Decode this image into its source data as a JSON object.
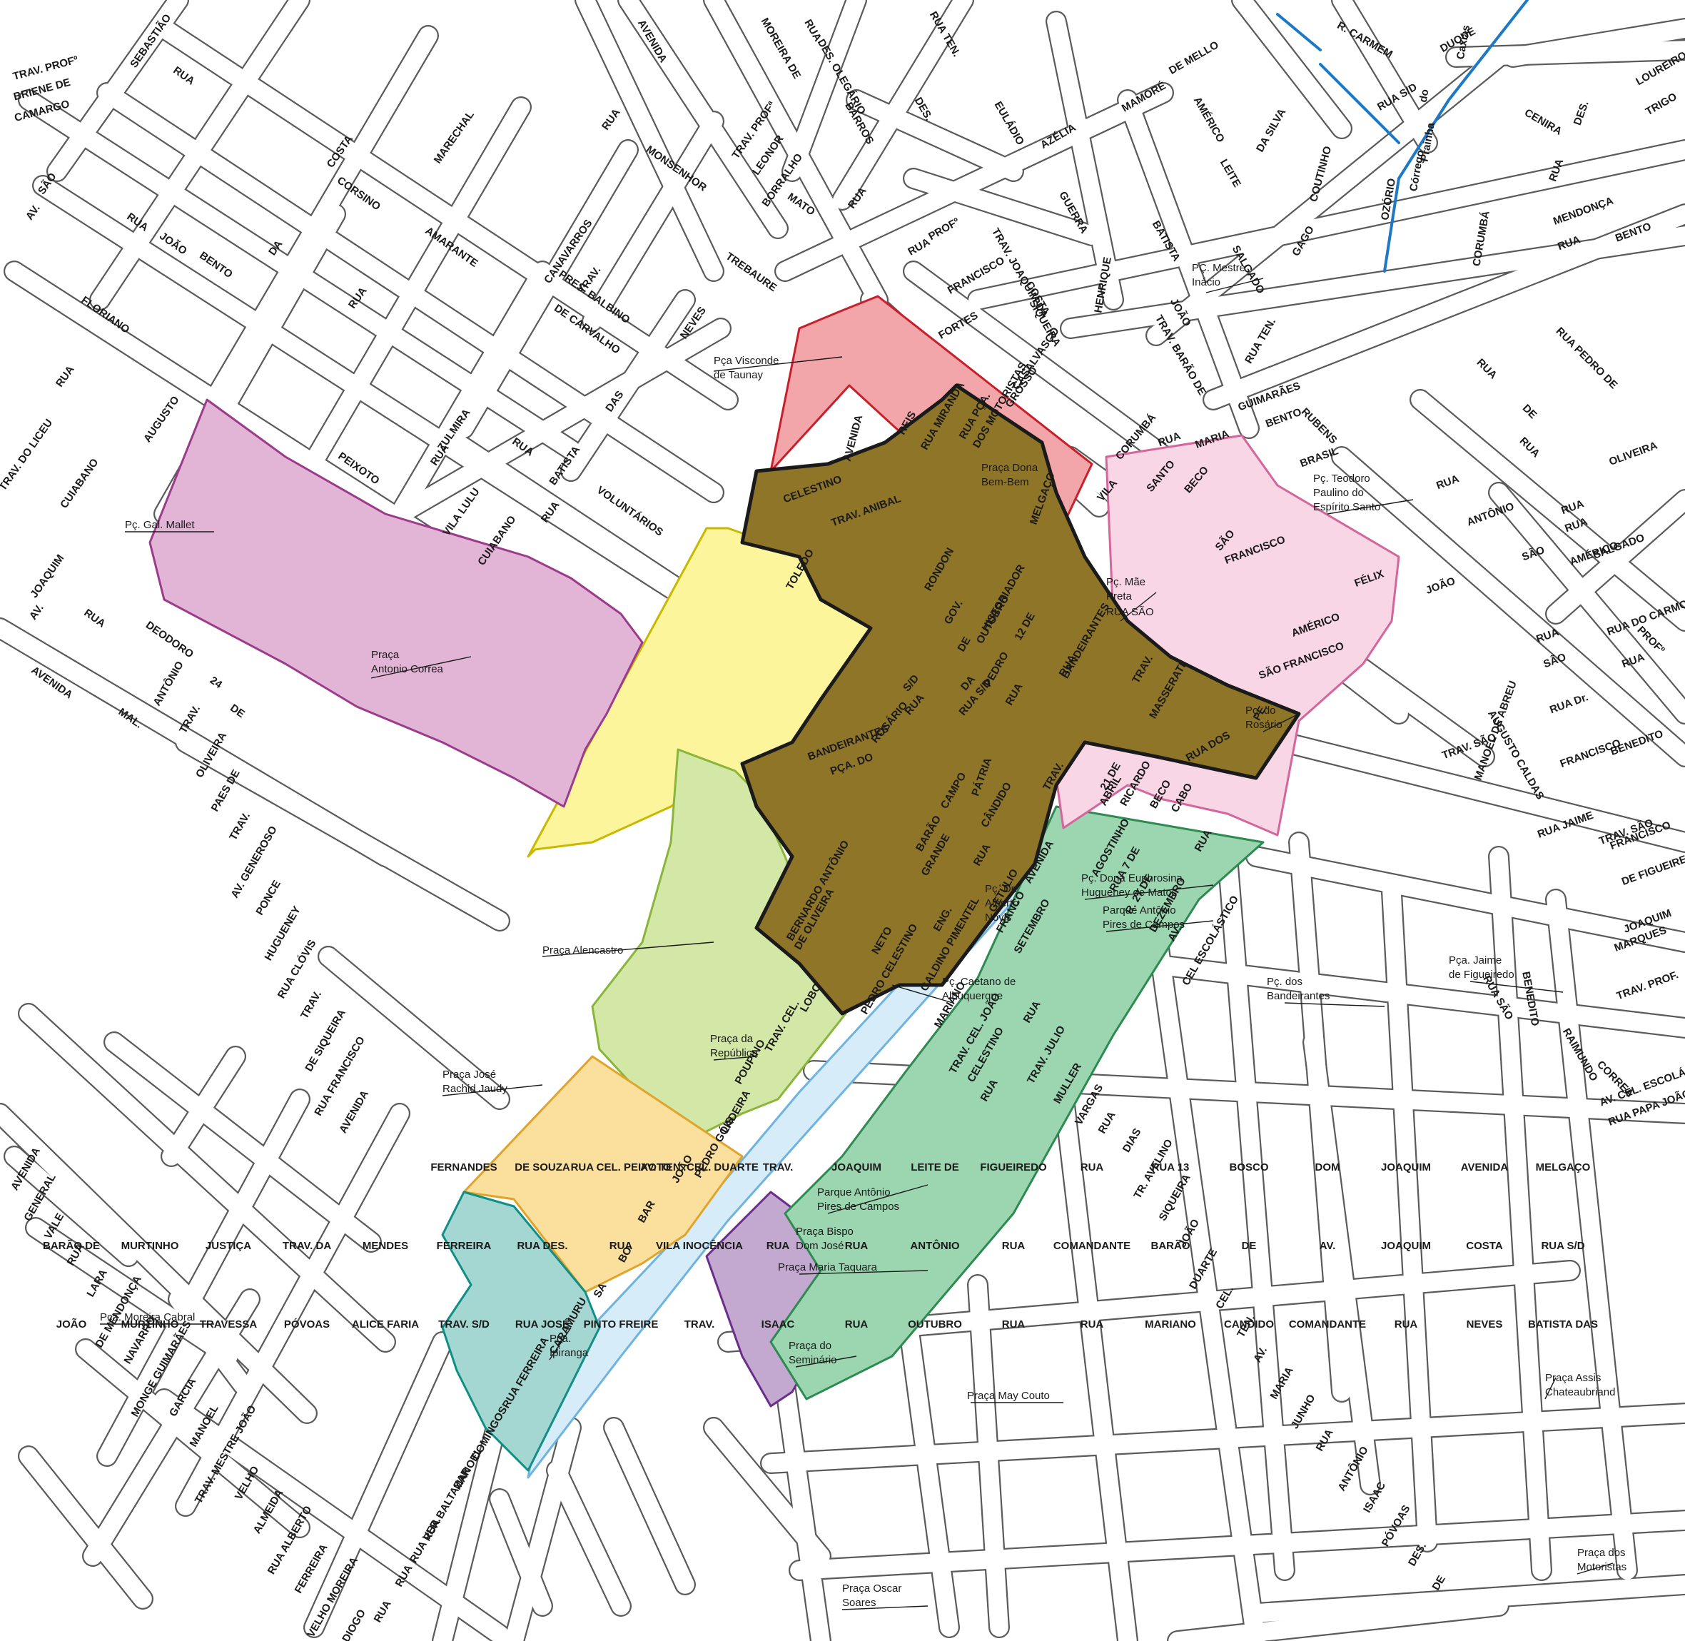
{
  "colors": {
    "background": "#ffffff",
    "street_line": "#5a5a5a",
    "river": "#1d78c6",
    "zone_red": "#f3a6aa",
    "zone_core": "#8f7528",
    "zone_yellow": "#fdf59b",
    "zone_light_green": "#d3e8a6",
    "zone_orange": "#fbdf9c",
    "zone_teal": "#a5d7d2",
    "zone_purple": "#c3a9cf",
    "zone_green": "#9bd6b0",
    "zone_light_blue": "#d6ecf8",
    "zone_pink": "#f8d6e6",
    "zone_magenta": "#e2b4d6"
  },
  "street_labels": [
    "SEBASTIÃO",
    "TRAV. PROFº",
    "BRIENE DE",
    "CAMARGO",
    "RUA",
    "SÃO",
    "AV.",
    "COSTA",
    "MARECHAL",
    "CORSINO",
    "RUA",
    "JOÃO",
    "BENTO",
    "DA",
    "AMARANTE",
    "RUA",
    "FLORIANO",
    "RUA",
    "TRAV. DO LICEU",
    "AUGUSTO",
    "CUIABANO",
    "JOAQUIM",
    "AV.",
    "RUA",
    "DEODORO",
    "AVENIDA",
    "MAL.",
    "24",
    "DE",
    "PEIXOTO",
    "RUA",
    "ZULMIRA",
    "VILA LULU",
    "CUIABANO",
    "RUA",
    "BATISTA",
    "DAS",
    "RUA",
    "VOLUNTÁRIOS",
    "CANAVARROS",
    "TRAV.",
    "PRES. BALBINO",
    "DE CARVALHO",
    "NEVES",
    "MONSENHOR",
    "TREBAURE",
    "RUA",
    "AVENIDA",
    "MOREIRA DE",
    "RUA",
    "DES. OLEGÁRIO",
    "BARROS",
    "TRAV. PROFª",
    "LEONOR",
    "BORRALHO",
    "MATO",
    "RUA",
    "DES.",
    "RUA TEN.",
    "EULÁDIO",
    "AZÉLIA",
    "MAMORÉ",
    "DE MELLO",
    "AMÉRICO",
    "LEITE",
    "DA SILVA",
    "RUA",
    "PROFº",
    "FRANCISCO",
    "FORTES",
    "TRAV. JOAQUIM DA",
    "COSTA",
    "SIQUEIRA",
    "GUERRA",
    "BATISTA",
    "SALGADO",
    "GAGO",
    "COUTINHO",
    "OZÓRIO",
    "R. CARMEM",
    "DUQUE",
    "Caxias",
    "RUA S/D",
    "Córrego",
    "do",
    "Prainha",
    "TRIGO",
    "LOUREIRO",
    "CENIRA",
    "DES.",
    "RUA",
    "MENDONÇA",
    "CORUMBÁ",
    "RUA",
    "BENTO",
    "HENRIQUE",
    "JOÃO",
    "TRAV. BARÃO DE",
    "CASALVASCO",
    "GROSSO",
    "RUA TEN.",
    "RUBENS",
    "RUA",
    "DE",
    "RUA",
    "RUA PEDRO DE",
    "OLIVEIRA",
    "GUIMARÃES",
    "BENTO",
    "BRASIL",
    "MARIA",
    "RUA",
    "SANTO",
    "CORUMBÁ",
    "VILA",
    "BECO",
    "SÃO",
    "FRANCISCO",
    "RUA",
    "ANTÔNIO",
    "RUA",
    "SÃO",
    "AMÉRICO",
    "RUA",
    "JOÃO",
    "FÉLIX",
    "AMÉRICO",
    "SÃO FRANCISCO",
    "RUA DO CARMO",
    "PROFº",
    "RUA",
    "SALGADO",
    "RUA",
    "SÃO",
    "BENEDITO",
    "MANOEL DE ABREU",
    "TRAV. SÃO",
    "AUGUSTO CALDAS",
    "RUA Dr.",
    "FRANCISCO",
    "RUA JAIME",
    "TRAV. SÃO",
    "FRANCISCO",
    "DE FIGUEIREDO",
    "JOAQUIM",
    "MARQUES",
    "TRAV. PROF.",
    "RUA SÃO",
    "BENEDITO",
    "RAIMUNDO",
    "CORREA",
    "AV. CEL. ESCOLÁSTICO",
    "RUA PAPA JOÃO XXIII",
    "AVENIDA",
    "REIS",
    "RUA MIRANDA",
    "RUA PÇA.",
    "DOS MOTORISTAS",
    "MELGAÇO",
    "CELESTINO",
    "TRAV. ANIBAL",
    "TOLEDO",
    "RONDON",
    "GOV.",
    "HISTORIADOR",
    "12 DE",
    "OUTUBRO",
    "DE",
    "PEDRO",
    "RUA",
    "RUA",
    "BANDEIRANTES",
    "TRAV.",
    "MASSERATI",
    "PE.",
    "RUA DOS",
    "BANDEIRANTES",
    "PÇA. DO",
    "ROSÁRIO",
    "S/D",
    "RUA",
    "RUA S/D",
    "DA",
    "PÁTRIA",
    "CAMPO",
    "BARÃO",
    "GRANDE",
    "CÂNDIDO",
    "RUA",
    "GETÚLIO",
    "FRANCO",
    "SETEMBRO",
    "AVENIDA",
    "TRAV.",
    "21 DE",
    "ABRIL",
    "RICARDO",
    "BECO",
    "CABO",
    "AGOSTINHO",
    "RUA 7 DE",
    "R. 27 DE",
    "DEZEMBRO",
    "AV.",
    "CEL ESCOLÁSTICO",
    "RUA",
    "BERNARDO ANTÔNIO",
    "DE OLIVEIRA",
    "NETO",
    "PEDRO CELESTINO",
    "ENG.",
    "GALDINO PIMENTEL",
    "MARIANO",
    "TRAV. CEL. JOÃO",
    "CELESTINO",
    "RUA",
    "RUA",
    "TRAV. JULIO",
    "MULLER",
    "VARGAS",
    "RUA",
    "DIAS",
    "TR. AVELINO",
    "SIQUEIRA",
    "JOÃO",
    "DUARTE",
    "CEL.",
    "TEN.",
    "AV.",
    "MARIA",
    "JUNHO",
    "RUA",
    "ANTÔNIO",
    "ISAAC",
    "PÓVOAS",
    "DES.",
    "DE",
    "LOBO",
    "TRAV. CEL.",
    "POUPINO",
    "LADEIRA",
    "PEDRO GÓIS",
    "JOÃO",
    "BAR",
    "BO",
    "SA",
    "CARAMURU",
    "FERREIRA",
    "RUA",
    "DOMINGOS",
    "MANOEL",
    "RUA BALTAZAR",
    "RUA VER.",
    "RUA",
    "RUA",
    "DIOGO",
    "VELHO MOREIRA",
    "FERREIRA",
    "RUA ALBERTO",
    "ALMEIDA",
    "VELHO",
    "TRAV. MESTRE JOÃO",
    "MANOEL",
    "GARCIA",
    "MONGE GUIMARÃES",
    "NAVARRO",
    "DE MENDONÇA",
    "LARA",
    "RUA",
    "VALE",
    "GENERAL",
    "AVENIDA",
    "AVENIDA",
    "RUA FRANCISCO",
    "DE SIQUEIRA",
    "TRAV.",
    "RUA CLÓVIS",
    "HUGUENEY",
    "PONCE",
    "AV. GENEROSO",
    "TRAV.",
    "PAES DE",
    "OLIVEIRA",
    "TRAV.",
    "ANTÔNIO",
    "FERNANDES",
    "DE SOUZA",
    "RUA CEL. PEIXOTO",
    "AV. TEN. CEL. DUARTE",
    "TRAV.",
    "JOAQUIM",
    "LEITE DE",
    "FIGUEIREDO",
    "RUA",
    "RUA 13",
    "BOSCO",
    "DOM",
    "JOAQUIM",
    "AVENIDA",
    "MELGAÇO",
    "BARÃO DE",
    "MURTINHO",
    "JUSTIÇA",
    "TRAV. DA",
    "MENDES",
    "FERREIRA",
    "RUA DES.",
    "RUA",
    "VILA INOCÊNCIA",
    "RUA",
    "RUA",
    "ANTÔNIO",
    "RUA",
    "COMANDANTE",
    "BARÃO",
    "DE",
    "AV.",
    "JOAQUIM",
    "COSTA",
    "RUA S/D",
    "JOÃO",
    "MURTINHO",
    "TRAVESSA",
    "PÓVOAS",
    "ALICE FARIA",
    "TRAV. S/D",
    "RUA JOSÉ",
    "PINTO FREIRE",
    "TRAV.",
    "ISAAC",
    "RUA",
    "OUTUBRO",
    "RUA",
    "RUA",
    "MARIANO",
    "CANDIDO",
    "COMANDANTE",
    "RUA",
    "NEVES",
    "BATISTA DAS"
  ],
  "place_labels": [
    "Pça Visconde",
    "de Taunay",
    "Pç. Gal. Mallet",
    "Praça",
    "Antonio Correa",
    "PÇ. Mestre",
    "Inácio",
    "Pç. Teodoro",
    "Paulino do",
    "Espírito Santo",
    "Pç. Mãe",
    "Preta",
    "RUA SÃO",
    "Praça Dona",
    "Bem-Bem",
    "Pç. do",
    "Rosário",
    "Pç. Dona Euphrosina",
    "Huguenеy de Matos",
    "Parque Antônio",
    "Pires de Campos",
    "Pç. Dr.",
    "Alberto",
    "Novis",
    "Pç. Caetano de",
    "Albuquerque",
    "Pç. dos",
    "Bandeirantes",
    "Pça. Jaime",
    "de Figueiredo",
    "Praça Alencastro",
    "Praça da",
    "República",
    "Praça José",
    "Rachid Jaudy",
    "Parque Antônio",
    "Pires de Campos",
    "Praça Bispo",
    "Dom José",
    "Praça Maria Taquara",
    "Praça do",
    "Seminário",
    "Praça May Couto",
    "Pça. Moreira Cabral",
    "Pça.",
    "Ipiranga",
    "Praça Assis",
    "Chateaubriand",
    "Praça dos",
    "Motoristas",
    "Praça Oscar",
    "Soares"
  ]
}
